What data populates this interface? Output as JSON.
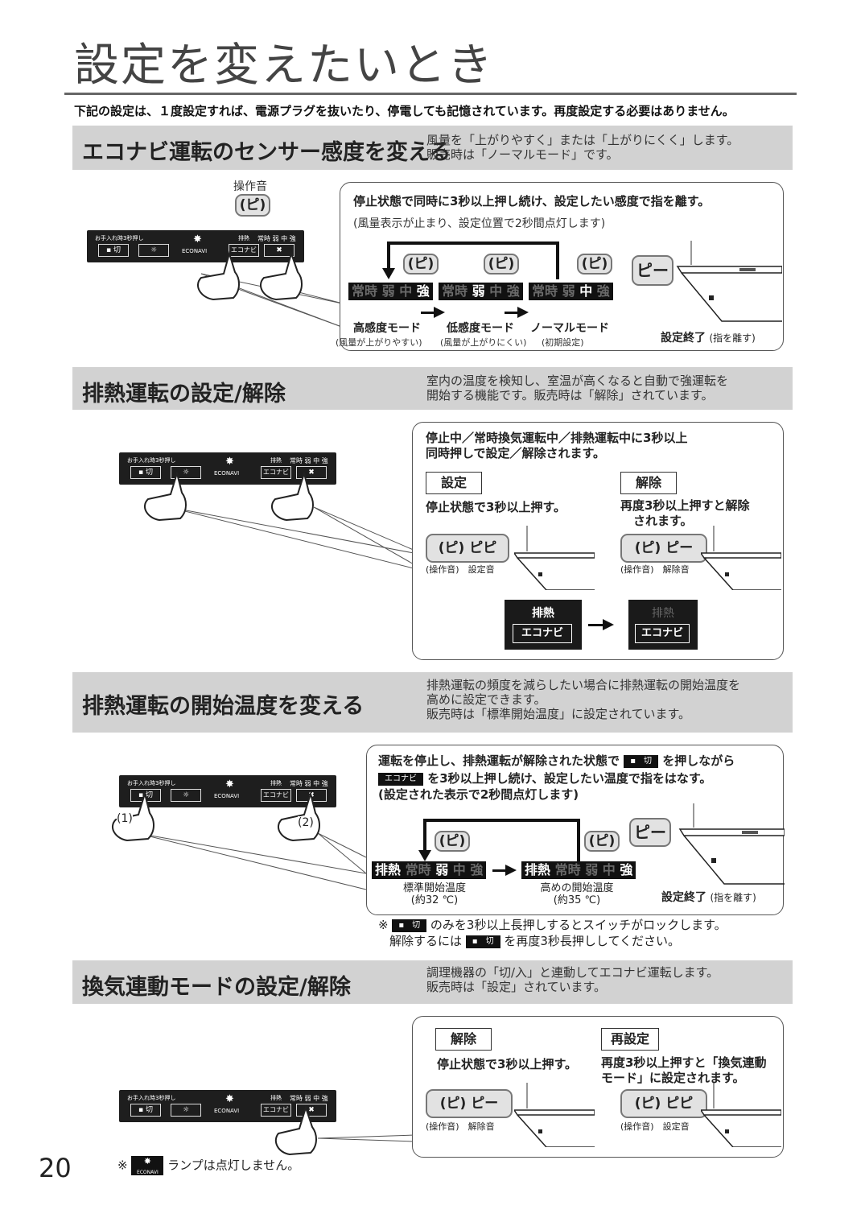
{
  "page": {
    "title": "設定を変えたいとき",
    "intro": "下記の設定は、１度設定すれば、電源プラグを抜いたり、停電しても記憶されています。再度設定する必要はありません。",
    "page_number": "20",
    "footnote_prefix": "※",
    "footnote_chip": "ECONAVI",
    "footnote_text": "ランプは点灯しません。"
  },
  "panel": {
    "label_lock": "お手入れ時3秒押し",
    "btn_off": "▪ 切",
    "btn_light": "☼",
    "econavi": "ECONAVI",
    "label_exhaust": "排熱",
    "label_levels": "常時 弱 中 強",
    "btn_econavi": "エコナビ",
    "btn_fan": "✖"
  },
  "sec1": {
    "title": "エコナビ運転のセンサー感度を変える",
    "desc1": "風量を「上がりやすく」または「上がりにくく」します。",
    "desc2": "販売時は「ノーマルモード」です。",
    "op_sound": "操作音",
    "pi": "(ピ)",
    "instr": "停止状態で同時に3秒以上押し続け、設定したい感度で指を離す。",
    "sub": "(風量表示が止まり、設定位置で2秒間点灯します)",
    "lv_jouji": "常時",
    "lv_jaku": "弱",
    "lv_chu": "中",
    "lv_kyo": "強",
    "mode1": "高感度モード",
    "mode1_sub": "(風量が上がりやすい)",
    "mode2": "低感度モード",
    "mode2_sub": "(風量が上がりにくい)",
    "mode3": "ノーマルモード",
    "mode3_sub": "(初期設定)",
    "pii": "ピー",
    "end": "設定終了",
    "end_sub": "(指を離す)"
  },
  "sec2": {
    "title": "排熱運転の設定/解除",
    "desc1": "室内の温度を検知し、室温が高くなると自動で強運転を",
    "desc2": "開始する機能です。販売時は「解除」されています。",
    "instr1": "停止中／常時換気運転中／排熱運転中に3秒以上",
    "instr2": "同時押しで設定／解除されます。",
    "set_label": "設定",
    "set_text": "停止状態で3秒以上押す。",
    "set_sound": "(ピ) ピピ",
    "set_sound_sub": "(操作音)　設定音",
    "cancel_label": "解除",
    "cancel_text1": "再度3秒以上押すと解除",
    "cancel_text2": "されます。",
    "cancel_sound": "(ピ) ピー",
    "cancel_sound_sub": "(操作音)　解除音",
    "exhaust": "排熱",
    "econavi": "エコナビ"
  },
  "sec3": {
    "title": "排熱運転の開始温度を変える",
    "desc1": "排熱運転の頻度を減らしたい場合に排熱運転の開始温度を",
    "desc2": "高めに設定できます。",
    "desc3": "販売時は「標準開始温度」に設定されています。",
    "instr1a": "運転を停止し、排熱運転が解除された状態で",
    "chip_off": "▪　切",
    "instr1b": "を押しながら",
    "chip_econavi": "エコナビ",
    "instr2": "を3秒以上押し続け、設定したい温度で指をはなす。",
    "instr3": "(設定された表示で2秒間点灯します)",
    "pi": "(ピ)",
    "pii": "ピー",
    "disp_exhaust": "排熱",
    "disp_jouji": "常時",
    "disp_jaku": "弱",
    "disp_chu": "中",
    "disp_kyo": "強",
    "temp1": "標準開始温度",
    "temp1_sub": "(約32 ℃)",
    "temp2": "高めの開始温度",
    "temp2_sub": "(約35 ℃)",
    "end": "設定終了",
    "end_sub": "(指を離す)",
    "finger1": "(1)",
    "finger2": "(2)",
    "note_prefix": "※",
    "note1": "のみを3秒以上長押しするとスイッチがロックします。",
    "note2a": "解除するには",
    "note2b": "を再度3秒長押ししてください。"
  },
  "sec4": {
    "title": "換気連動モードの設定/解除",
    "desc1": "調理機器の「切/入」と連動してエコナビ運転します。",
    "desc2": "販売時は「設定」されています。",
    "cancel_label": "解除",
    "cancel_text": "停止状態で3秒以上押す。",
    "cancel_sound": "(ピ) ピー",
    "cancel_sound_sub": "(操作音)　解除音",
    "reset_label": "再設定",
    "reset_text1": "再度3秒以上押すと「換気連動",
    "reset_text2": "モード」に設定されます。",
    "reset_sound": "(ピ) ピピ",
    "reset_sound_sub": "(操作音)　設定音"
  }
}
